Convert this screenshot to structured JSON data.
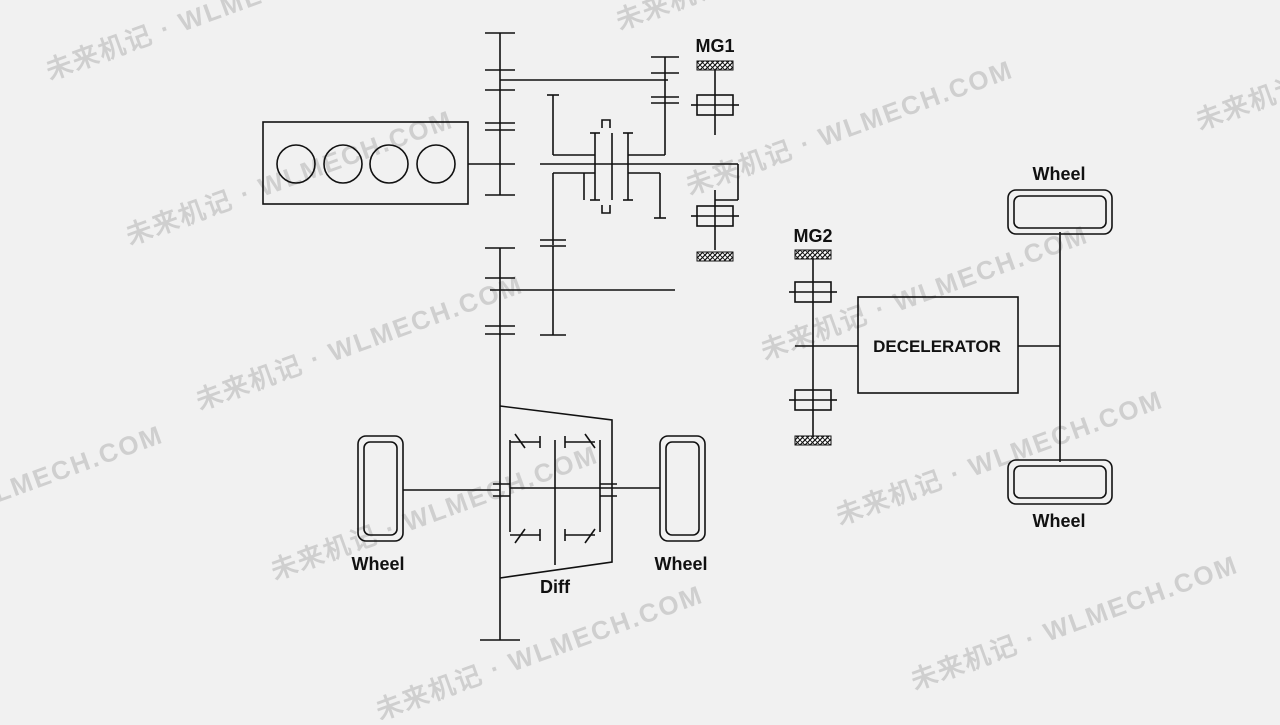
{
  "diagram": {
    "labels": {
      "mg1": "MG1",
      "mg2": "MG2",
      "decelerator": "DECELERATOR",
      "wheel_front_left": "Wheel",
      "wheel_front_right": "Wheel",
      "wheel_rear_top": "Wheel",
      "wheel_rear_bottom": "Wheel",
      "diff": "Diff"
    },
    "watermark": "未来机记 · WLMECH.COM"
  },
  "colors": {
    "background": "#f1f1f1",
    "line": "#111111",
    "watermark": "#cfcfcf"
  }
}
